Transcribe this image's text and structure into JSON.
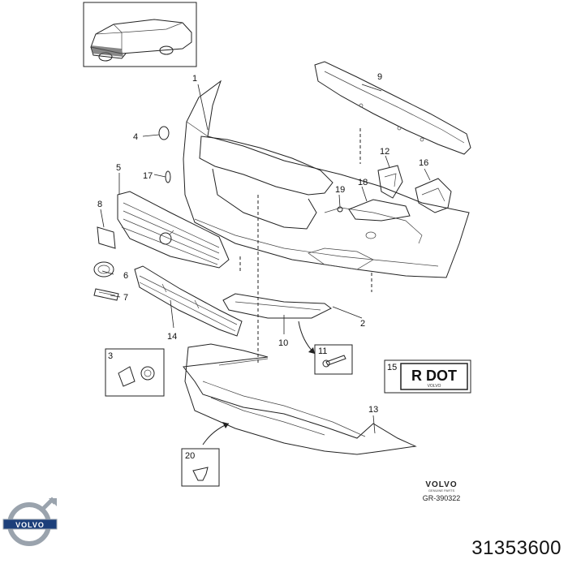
{
  "callouts": {
    "c1": "1",
    "c2": "2",
    "c3": "3",
    "c4": "4",
    "c5": "5",
    "c6": "6",
    "c7": "7",
    "c8": "8",
    "c9": "9",
    "c10": "10",
    "c11": "11",
    "c12": "12",
    "c13": "13",
    "c14": "14",
    "c15": "15",
    "c16": "16",
    "c17": "17",
    "c18": "18",
    "c19": "19",
    "c20": "20"
  },
  "decal_text": "R DOT",
  "decal_logo": "VOLVO",
  "brand": {
    "name": "VOLVO",
    "subtitle": "GENUINE PARTS",
    "diagram_code": "GR-390322"
  },
  "logo_text": "VOLVO",
  "part_number": "31353600",
  "colors": {
    "line": "#222222",
    "logo_silver": "#9aa3ad",
    "logo_blue": "#1c3f7a"
  },
  "icons": [
    "car-thumbnail",
    "volvo-logo"
  ]
}
